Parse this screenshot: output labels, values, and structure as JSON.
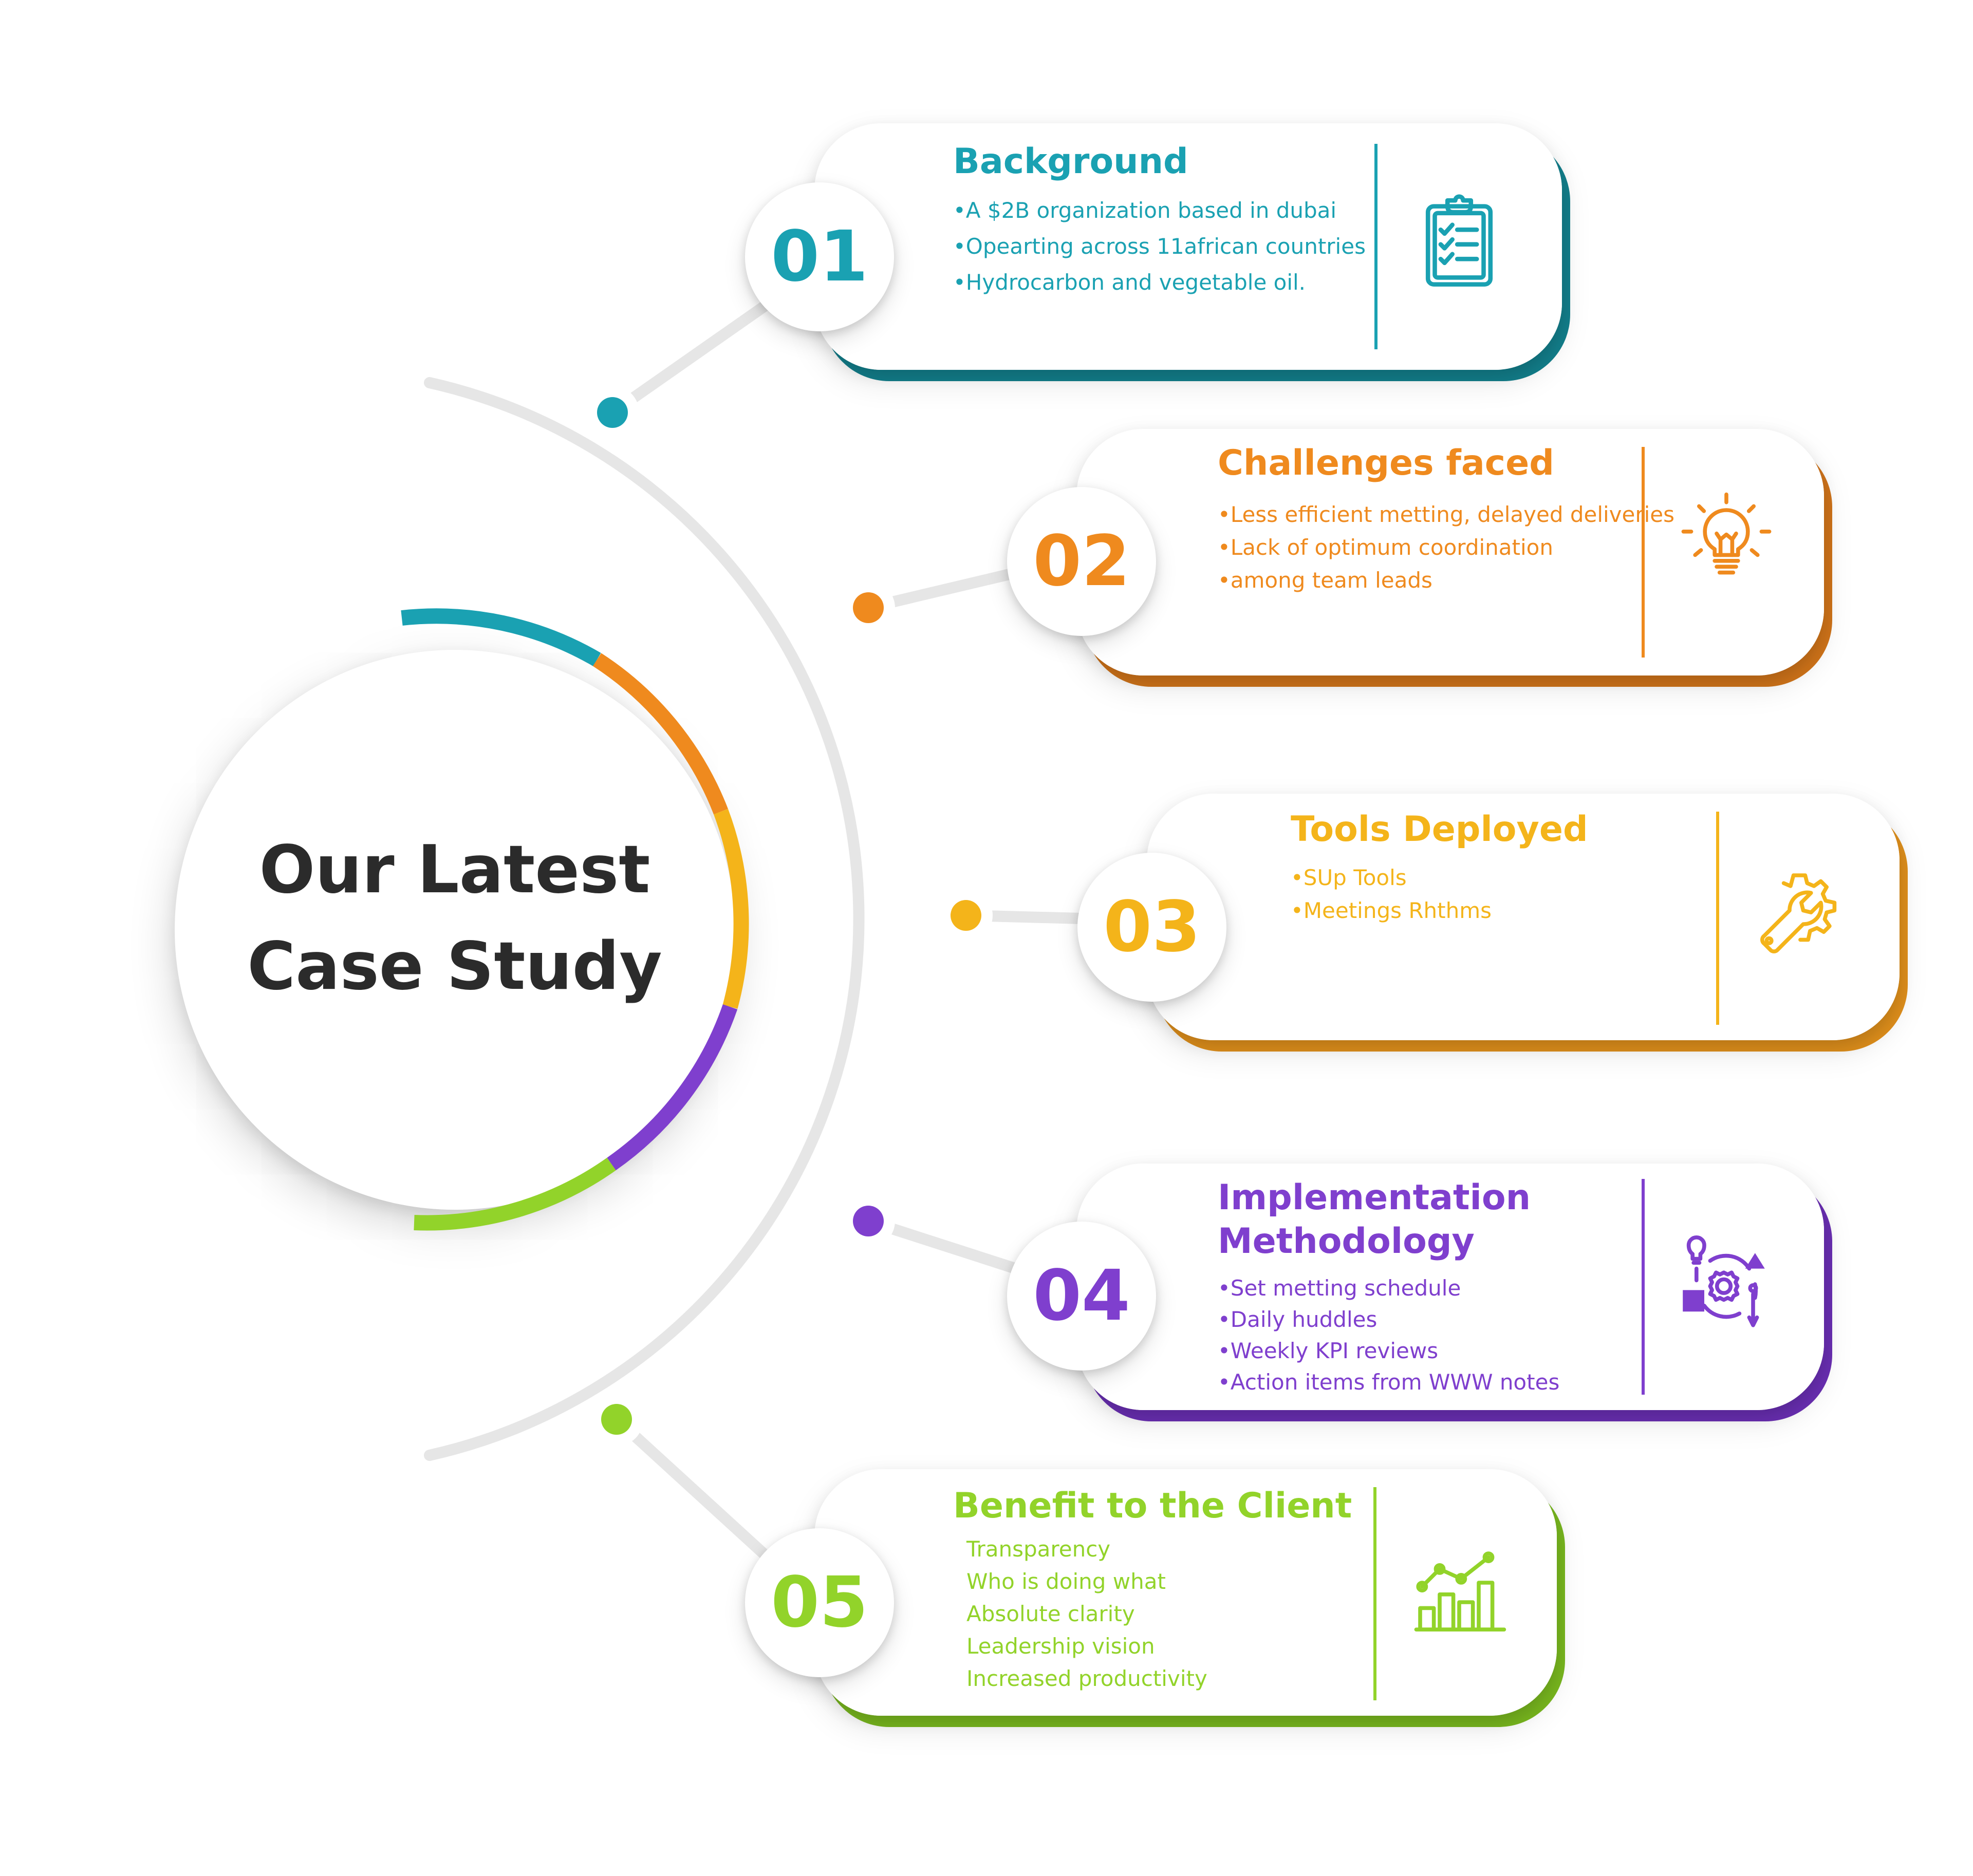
{
  "hub": {
    "title_lines": [
      "Our Latest",
      "Case Study"
    ]
  },
  "colors": {
    "teal": "#1aa1b2",
    "orange": "#ef8a1e",
    "amber": "#f4b41a",
    "purple": "#7f3fce",
    "green": "#92d32a",
    "track": "#e6e6e6",
    "text_dark": "#2b2b2b"
  },
  "steps": [
    {
      "number": "01",
      "title": "Background",
      "color": "#1aa1b2",
      "shadow_color": "#137f8c",
      "icon": "clipboard-checklist-icon",
      "bullets": true,
      "items": [
        "A $2B organization based in dubai",
        "Opearting across 11african countries",
        "Hydrocarbon and vegetable oil."
      ]
    },
    {
      "number": "02",
      "title": "Challenges faced",
      "color": "#ef8a1e",
      "shadow_color": "#d0741a",
      "icon": "lightbulb-icon",
      "bullets": true,
      "items": [
        "Less efficient metting, delayed deliveries",
        "Lack of optimum coordination",
        "among team leads"
      ]
    },
    {
      "number": "03",
      "title": "Tools Deployed",
      "color": "#f4b41a",
      "shadow_color": "#e0901c",
      "icon": "wrench-gear-icon",
      "bullets": true,
      "items": [
        "SUp Tools",
        "Meetings Rhthms"
      ]
    },
    {
      "number": "04",
      "title_lines": [
        "Implementation",
        "Methodology"
      ],
      "color": "#7f3fce",
      "shadow_color": "#6a2fb3",
      "icon": "process-methodology-icon",
      "bullets": true,
      "items": [
        "Set metting schedule",
        "Daily huddles",
        "Weekly KPI reviews",
        "Action items from WWW notes"
      ]
    },
    {
      "number": "05",
      "title": "Benefit to the Client",
      "color": "#92d32a",
      "shadow_color": "#79b81f",
      "icon": "growth-chart-icon",
      "bullets": false,
      "items": [
        "Transparency",
        "Who is doing what",
        "Absolute clarity",
        "Leadership vision",
        "Increased productivity"
      ]
    }
  ]
}
